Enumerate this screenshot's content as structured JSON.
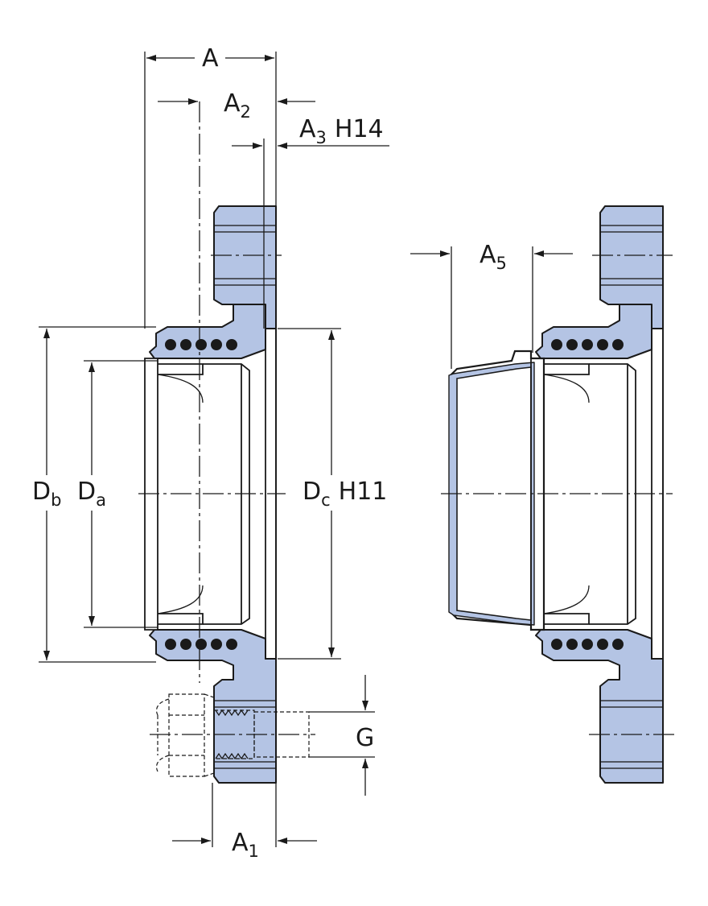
{
  "labels": {
    "A": "A",
    "A1": {
      "main": "A",
      "sub": "1"
    },
    "A2": {
      "main": "A",
      "sub": "2"
    },
    "A3": {
      "main": "A",
      "sub": "3",
      "tol": "H14"
    },
    "A5": {
      "main": "A",
      "sub": "5"
    },
    "Db": {
      "main": "D",
      "sub": "b"
    },
    "Da": {
      "main": "D",
      "sub": "a"
    },
    "Dc": {
      "main": "D",
      "sub": "c",
      "tol": "H11"
    },
    "G": "G"
  },
  "colors": {
    "body_fill": "#b4c4e4",
    "line": "#1a1a1a",
    "background": "#ffffff"
  }
}
